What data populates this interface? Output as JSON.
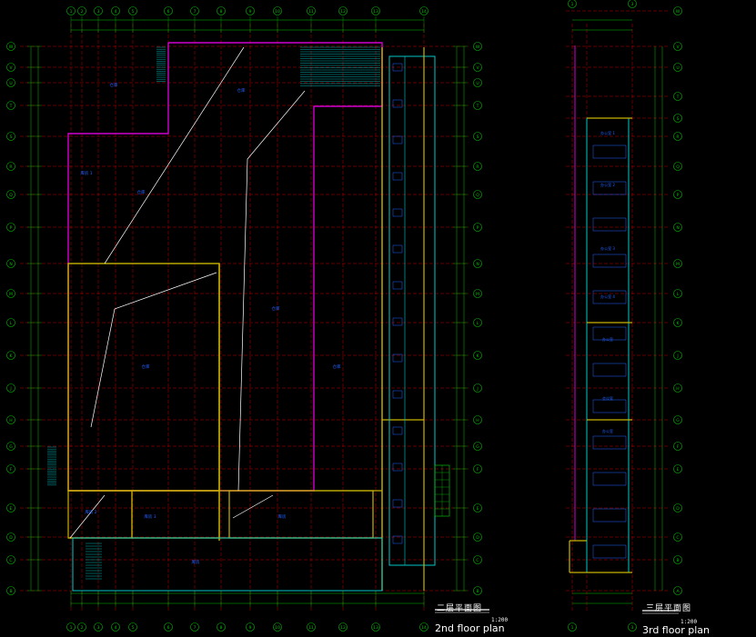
{
  "drawing": {
    "background": "#000000",
    "colors": {
      "axis_line": "#c00000",
      "dim_line": "#00c000",
      "wall_magenta": "#d000d0",
      "wall_yellow": "#c8b400",
      "wall_cyan": "#00c8c8",
      "label_blue": "#2060ff",
      "stair_cyan": "#00b0b0",
      "text_white": "#ffffff"
    }
  },
  "plan_2nd": {
    "title_cn": "二层平面图",
    "title_en": "2nd floor plan",
    "scale": "1:200",
    "col_bubbles_top": [
      "1",
      "2",
      "3",
      "4",
      "5",
      "6",
      "7",
      "8",
      "9",
      "10",
      "11",
      "12",
      "13",
      "14"
    ],
    "col_bubbles_bottom": [
      "1",
      "2",
      "3",
      "4",
      "5",
      "6",
      "7",
      "8",
      "9",
      "10",
      "11",
      "12",
      "13",
      "14"
    ],
    "row_bubbles": [
      "W",
      "V",
      "U",
      "T",
      "S",
      "R",
      "Q",
      "P",
      "N",
      "M",
      "L",
      "K",
      "J",
      "H",
      "G",
      "F",
      "E",
      "D",
      "C",
      "B",
      "A"
    ],
    "rooms": [
      "仓库",
      "仓库",
      "库房 1",
      "仓库",
      "仓库",
      "仓库",
      "仓库",
      "库房 2",
      "库房 3",
      "库房",
      "库房"
    ]
  },
  "plan_3rd": {
    "title_cn": "三层平面图",
    "title_en": "3rd floor plan",
    "scale": "1:200",
    "row_bubbles": [
      "W",
      "V",
      "U",
      "T",
      "S",
      "R",
      "Q",
      "P",
      "N",
      "M",
      "L",
      "K",
      "J",
      "H",
      "G",
      "F",
      "E",
      "D",
      "C",
      "B",
      "A"
    ],
    "rooms": [
      "办公室 1",
      "办公室 2",
      "办公室 3",
      "办公室 4",
      "办公室",
      "会议室",
      "办公室"
    ]
  }
}
